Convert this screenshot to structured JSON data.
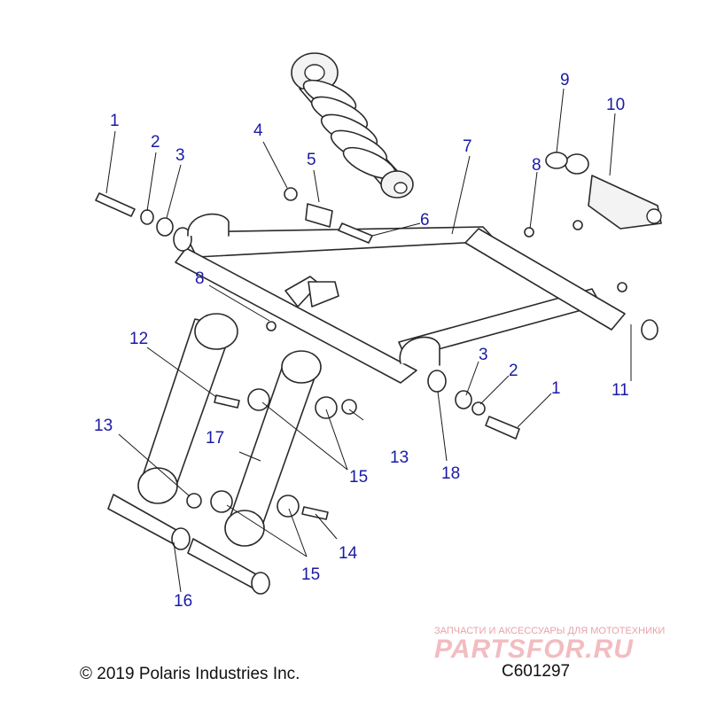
{
  "diagram": {
    "callouts": [
      {
        "id": "c1a",
        "label": "1"
      },
      {
        "id": "c2a",
        "label": "2"
      },
      {
        "id": "c3a",
        "label": "3"
      },
      {
        "id": "c4",
        "label": "4"
      },
      {
        "id": "c5",
        "label": "5"
      },
      {
        "id": "c6",
        "label": "6"
      },
      {
        "id": "c7",
        "label": "7"
      },
      {
        "id": "c8a",
        "label": "8"
      },
      {
        "id": "c8b",
        "label": "8"
      },
      {
        "id": "c9",
        "label": "9"
      },
      {
        "id": "c10",
        "label": "10"
      },
      {
        "id": "c11",
        "label": "11"
      },
      {
        "id": "c12",
        "label": "12"
      },
      {
        "id": "c13a",
        "label": "13"
      },
      {
        "id": "c13b",
        "label": "13"
      },
      {
        "id": "c14",
        "label": "14"
      },
      {
        "id": "c15a",
        "label": "15"
      },
      {
        "id": "c15b",
        "label": "15"
      },
      {
        "id": "c16",
        "label": "16"
      },
      {
        "id": "c17",
        "label": "17"
      },
      {
        "id": "c18",
        "label": "18"
      },
      {
        "id": "c3b",
        "label": "3"
      },
      {
        "id": "c2b",
        "label": "2"
      },
      {
        "id": "c1b",
        "label": "1"
      }
    ]
  },
  "footer": {
    "copyright": "© 2019 Polaris Industries Inc.",
    "figure_code": "C601297"
  },
  "watermark": {
    "caption": "ЗАПЧАСТИ И АКСЕССУАРЫ ДЛЯ МОТОТЕХНИКИ",
    "logo": "PARTSFOR.RU",
    "color": "#f2bcc0"
  },
  "colors": {
    "callout_text": "#1a1aa6",
    "line_art": "#2a2a2a"
  }
}
